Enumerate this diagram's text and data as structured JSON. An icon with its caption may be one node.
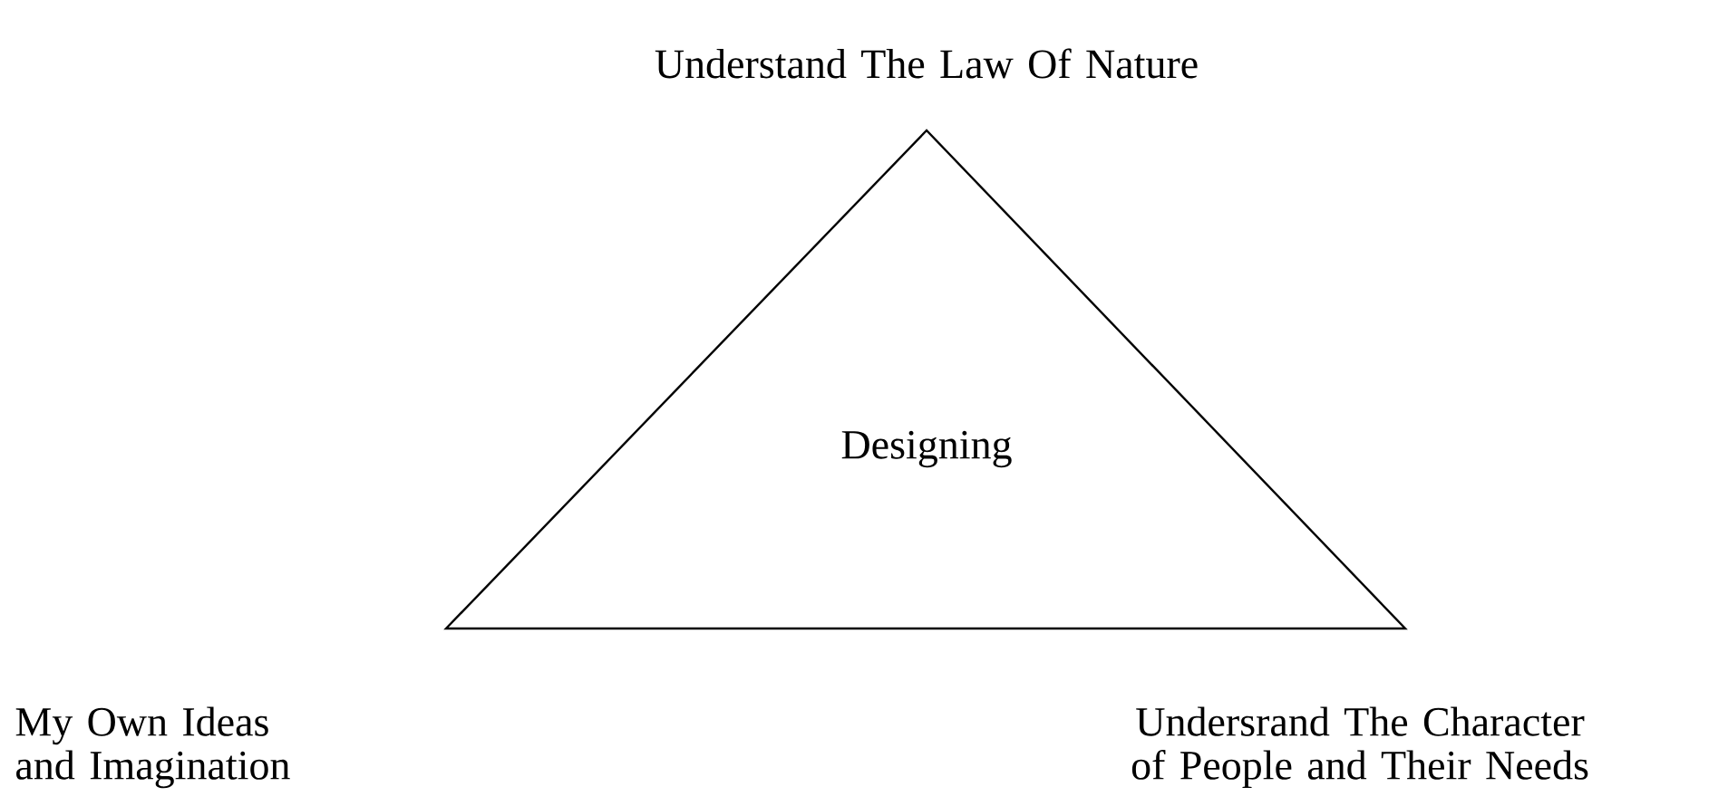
{
  "diagram": {
    "nodes": [
      {
        "text": [
          "Designing"
        ]
      }
    ],
    "labels": [
      "Understand The Law Of Nature",
      "My Own Ideas and Imagination",
      "Undersrand The Character of People and Their Needs"
    ]
  }
}
